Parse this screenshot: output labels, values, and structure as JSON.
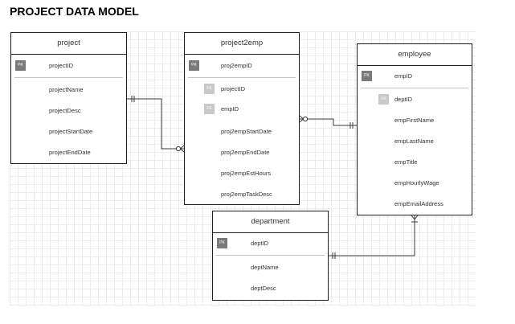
{
  "page_title": "PROJECT DATA MODEL",
  "entities": {
    "project": {
      "name": "project",
      "pk_badge": "PK",
      "pk": "projectID",
      "attrs": [
        "projectName",
        "projectDesc",
        "projectStartDate",
        "projectEndDate"
      ]
    },
    "project2emp": {
      "name": "project2emp",
      "pk_badge": "PK",
      "fk_badge": "FK",
      "pk": "proj2empID",
      "fks": [
        "projectID",
        "empID"
      ],
      "attrs": [
        "proj2empStartDate",
        "proj2empEndDate",
        "proj2empEstHours",
        "proj2empTaskDesc"
      ]
    },
    "employee": {
      "name": "employee",
      "pk_badge": "PK",
      "fk_badge": "FK",
      "pk": "empID",
      "fks": [
        "deptID"
      ],
      "attrs": [
        "empFirstName",
        "empLastName",
        "empTitle",
        "empHourlyWage",
        "empEmailAddress"
      ]
    },
    "department": {
      "name": "department",
      "pk_badge": "PK",
      "pk": "deptID",
      "attrs": [
        "deptName",
        "deptDesc"
      ]
    }
  }
}
